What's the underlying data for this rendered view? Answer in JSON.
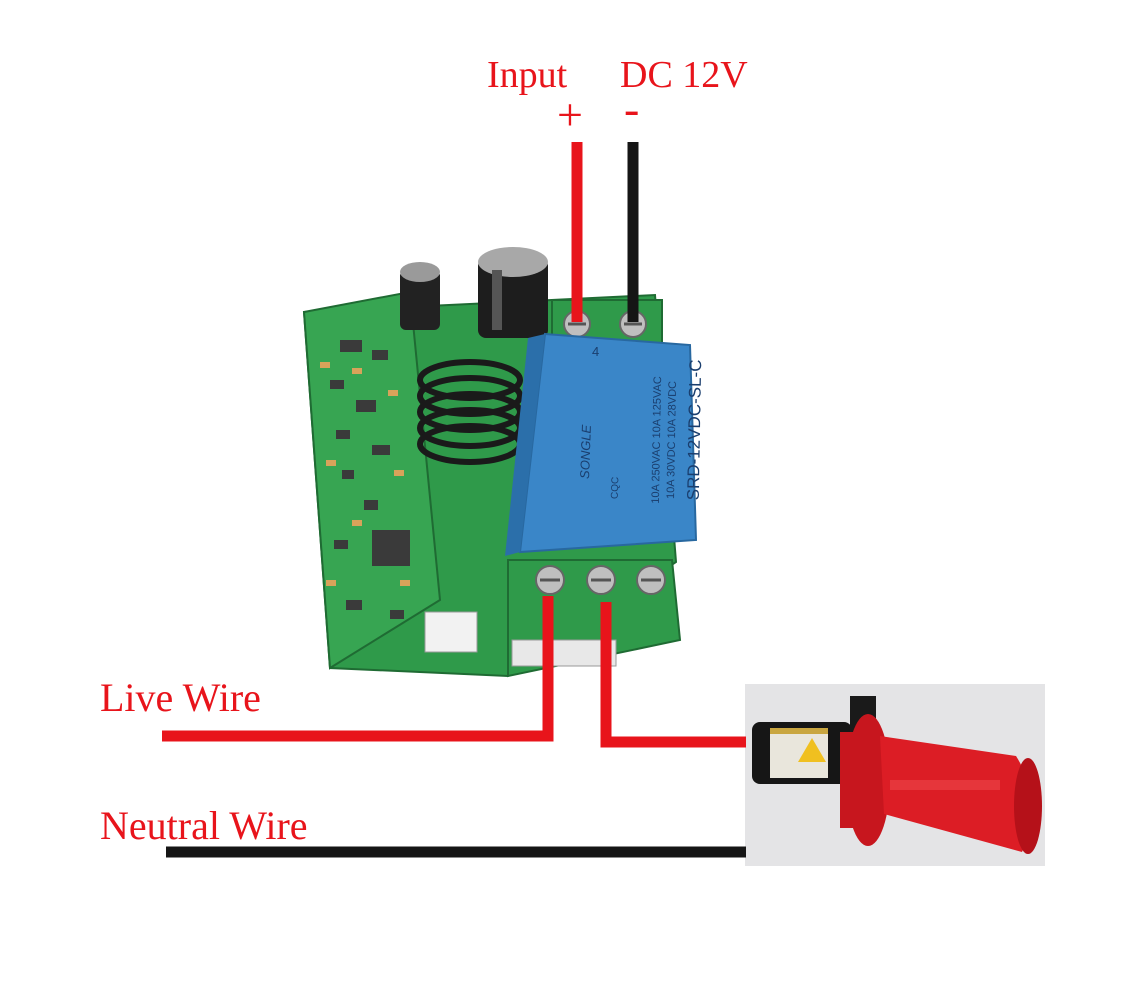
{
  "labels": {
    "input": "Input",
    "dc_voltage": "DC 12V",
    "positive": "+",
    "negative": "-",
    "live_wire": "Live Wire",
    "neutral_wire": "Neutral Wire"
  },
  "relay_markings": {
    "brand": "SONGLE",
    "model": "SRD-12VDC-SL-C",
    "rating_1": "10A 250VAC  10A 125VAC",
    "rating_2": "10A 30VDC  10A 28VDC",
    "pin": "4",
    "cert": "CQC"
  },
  "colors": {
    "label": "#e8141b",
    "live": "#e8141b",
    "positive": "#e8141b",
    "negative": "#151515",
    "neutral": "#151515",
    "pcb": "#2f9a4a",
    "relay": "#3a86c8",
    "horn": "#d41a22"
  }
}
